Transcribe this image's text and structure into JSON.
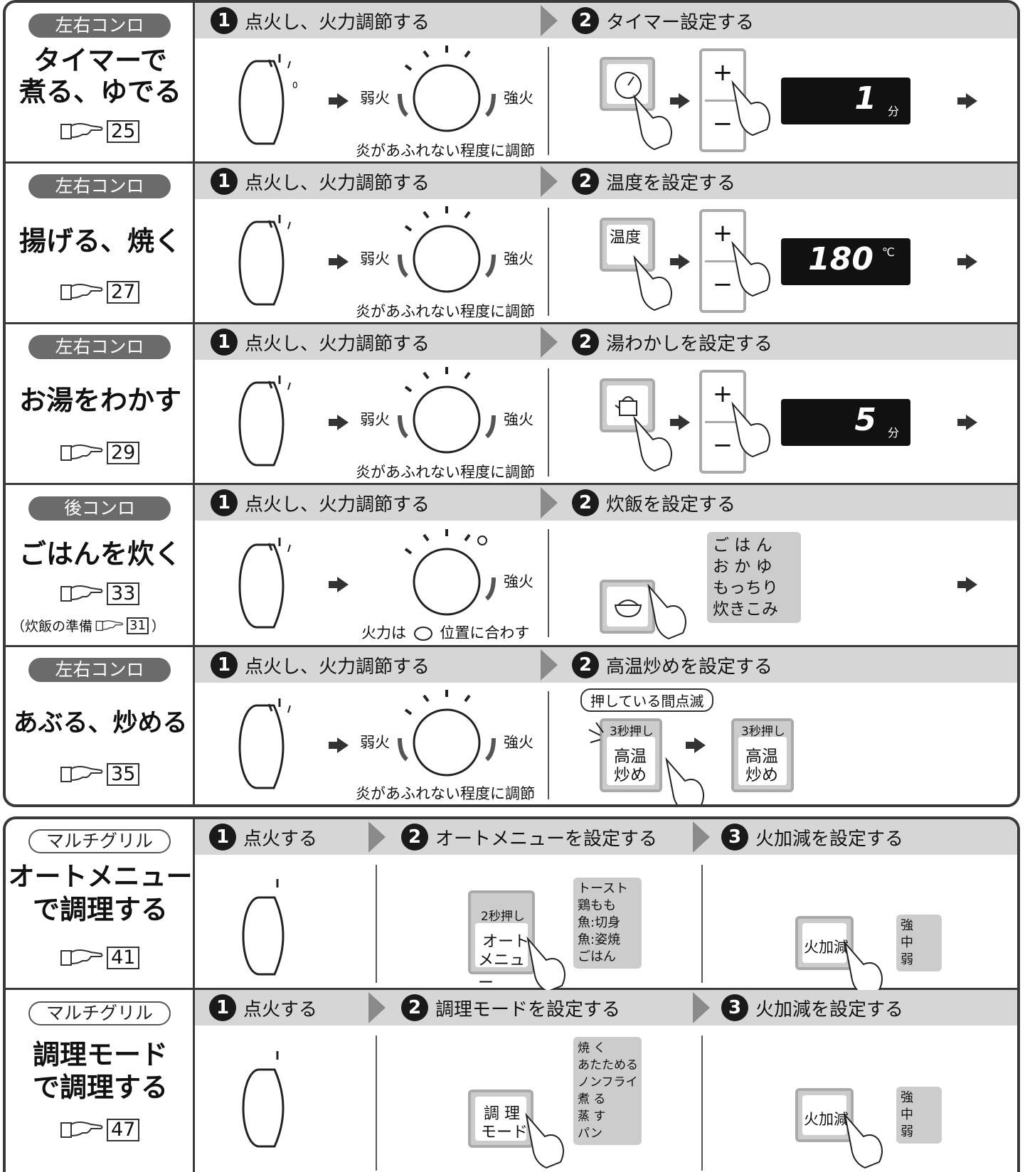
{
  "rows": [
    {
      "pill": "左右コンロ",
      "title_l1": "タイマーで",
      "title_l2": "煮る、ゆでる",
      "ref": "25",
      "step1": "点火し、火力調節する",
      "step2": "タイマー設定する",
      "weak": "弱火",
      "strong": "強火",
      "note": "炎があふれない程度に調節",
      "display_value": "1",
      "display_unit": "分"
    },
    {
      "pill": "左右コンロ",
      "title_l1": "揚げる、焼く",
      "ref": "27",
      "step1": "点火し、火力調節する",
      "step2": "温度を設定する",
      "weak": "弱火",
      "strong": "強火",
      "note": "炎があふれない程度に調節",
      "button_label": "温度",
      "display_value": "180",
      "display_unit": "℃"
    },
    {
      "pill": "左右コンロ",
      "title_l1": "お湯をわかす",
      "ref": "29",
      "step1": "点火し、火力調節する",
      "step2": "湯わかしを設定する",
      "weak": "弱火",
      "strong": "強火",
      "note": "炎があふれない程度に調節",
      "display_value": "5",
      "display_unit": "分"
    },
    {
      "pill": "後コンロ",
      "title_l1": "ごはんを炊く",
      "ref": "33",
      "prep_note": "（炊飯の準備",
      "prep_ref": "31",
      "prep_close": "）",
      "step1": "点火し、火力調節する",
      "step2": "炊飯を設定する",
      "strong": "強火",
      "note_a": "火力は",
      "note_b": "位置に合わす",
      "menu": [
        "ご は ん",
        "お か ゆ",
        "もっちり",
        "炊きこみ"
      ]
    },
    {
      "pill": "左右コンロ",
      "title_l1": "あぶる、炒める",
      "ref": "35",
      "step1": "点火し、火力調節する",
      "step2": "高温炒めを設定する",
      "weak": "弱火",
      "strong": "強火",
      "note": "炎があふれない程度に調節",
      "blink_note": "押している間点滅",
      "press_label": "3秒押し",
      "btn_l1": "高温",
      "btn_l2": "炒め"
    }
  ],
  "grill_rows": [
    {
      "pill": "マルチグリル",
      "title_l1": "オートメニュー",
      "title_l2": "で調理する",
      "ref": "41",
      "step1": "点火する",
      "step2": "オートメニューを設定する",
      "step3": "火加減を設定する",
      "press_label": "2秒押し",
      "btn_l1": "オート",
      "btn_l2": "メニュー",
      "menu": [
        "トースト",
        "鶏もも",
        "魚:切身",
        "魚:姿焼",
        "ごはん"
      ],
      "heat_btn": "火加減",
      "heat": [
        "強",
        "中",
        "弱"
      ]
    },
    {
      "pill": "マルチグリル",
      "title_l1": "調理モード",
      "title_l2": "で調理する",
      "ref": "47",
      "step1": "点火する",
      "step2": "調理モードを設定する",
      "step3": "火加減を設定する",
      "btn_l1": "調 理",
      "btn_l2": "モード",
      "menu": [
        "焼 く",
        "あたためる",
        "ノンフライ",
        "煮 る",
        "蒸 す",
        "パン"
      ],
      "heat_btn": "火加減",
      "heat": [
        "強",
        "中",
        "弱"
      ]
    }
  ],
  "colors": {
    "band": "#d6d6d6",
    "pill": "#6b6b6b",
    "display": "#111111",
    "chevron": "#8a8a8a"
  }
}
